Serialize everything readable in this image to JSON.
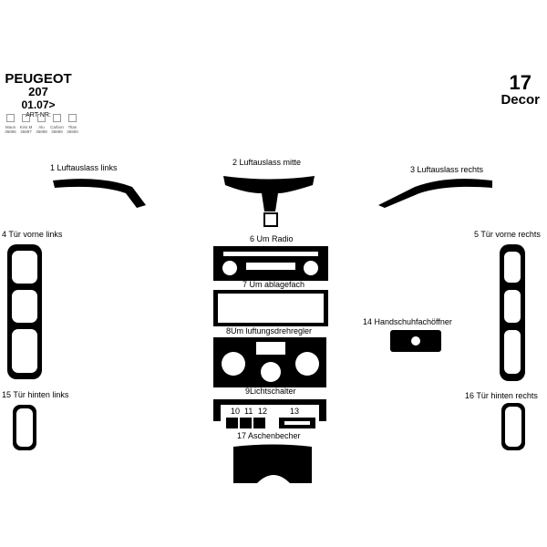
{
  "header": {
    "brand": "PEUGEOT",
    "model": "207",
    "date": "01.07>",
    "art_label": "ART NR:",
    "art_items": [
      {
        "name": "Maun",
        "nr": "36896"
      },
      {
        "name": "Kirsi M",
        "nr": "36897"
      },
      {
        "name": "Alu",
        "nr": "36898"
      },
      {
        "name": "Carbon",
        "nr": "36899"
      },
      {
        "name": "Titan",
        "nr": "36900"
      }
    ],
    "count": "17",
    "count_label": "Decor"
  },
  "parts": {
    "p1": "1 Luftauslass links",
    "p2": "2  Luftauslass mitte",
    "p3": "3  Luftauslass rechts",
    "p4": "4 Tür vorne links",
    "p5": "5 Tür vorne rechts",
    "p6": "6 Um Radio",
    "p7": "7 Um ablagefach",
    "p8": "8Um luftungsdrehregler",
    "p9": "9Lichtschalter",
    "p10": "10",
    "p11": "11",
    "p12": "12",
    "p13": "13",
    "p14": "14 Handschuhfachöffner",
    "p15": "15  Tür hinten links",
    "p16": "16  Tür hinten rechts",
    "p17": "17 Aschenbecher"
  },
  "colors": {
    "piece": "#000000",
    "background": "#ffffff"
  }
}
